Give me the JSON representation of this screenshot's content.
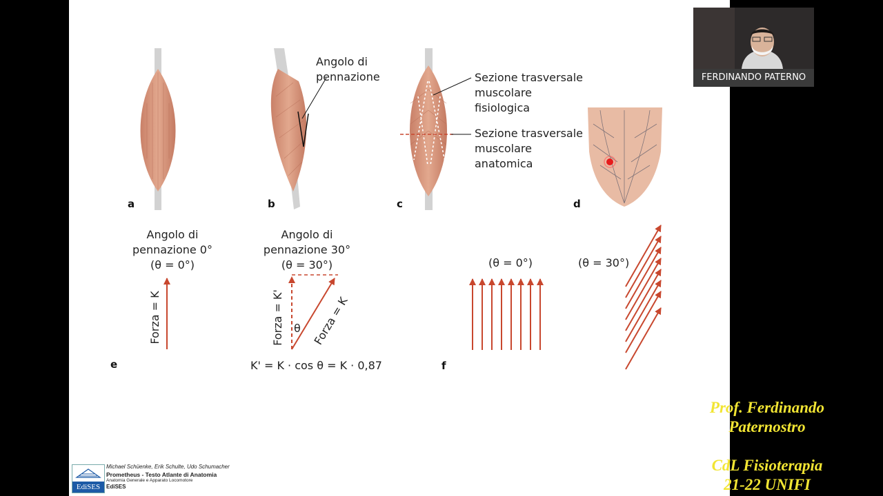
{
  "figure": {
    "panel_a": {
      "letter": "a"
    },
    "panel_b": {
      "letter": "b",
      "label_line1": "Angolo di",
      "label_line2": "pennazione"
    },
    "panel_c": {
      "letter": "c",
      "label_phys_1": "Sezione trasversale",
      "label_phys_2": "muscolare",
      "label_phys_3": "fisiologica",
      "label_anat_1": "Sezione trasversale",
      "label_anat_2": "muscolare",
      "label_anat_3": "anatomica"
    },
    "panel_d": {
      "letter": "d"
    },
    "panel_e": {
      "letter": "e",
      "left_title_1": "Angolo di",
      "left_title_2": "pennazione 0°",
      "left_title_3": "(θ = 0°)",
      "left_force": "Forza = K",
      "right_title_1": "Angolo di",
      "right_title_2": "pennazione 30°",
      "right_title_3": "(θ = 30°)",
      "right_force_vertical": "Forza = K'",
      "right_force_diagonal": "Forza = K",
      "theta": "θ",
      "formula": "K' = K · cos θ = K · 0,87"
    },
    "panel_f": {
      "letter": "f",
      "left_title": "(θ = 0°)",
      "right_title": "(θ = 30°)"
    }
  },
  "book": {
    "authors": "Michael Schüenke, Erik Schulte, Udo Schumacher",
    "title": "Prometheus - Testo Atlante di Anatomia",
    "subtitle": "Anatomia Generale e Apparato Locomotore",
    "publisher": "EdiSES",
    "logo_text": "EdiSES"
  },
  "webcam": {
    "participant_name": "FERDINANDO PATERNO"
  },
  "overlay": {
    "line1": "Prof. Ferdinando",
    "line2": "Paternostro",
    "line3": "CdL Fisioterapia",
    "line4": "21-22 UNIFI"
  },
  "colors": {
    "muscle": "#d9967c",
    "tendon": "#cfcfcf",
    "arrow": "#c8472e",
    "overlay_text": "#f2e533",
    "logo_blue": "#1c5aa6"
  }
}
